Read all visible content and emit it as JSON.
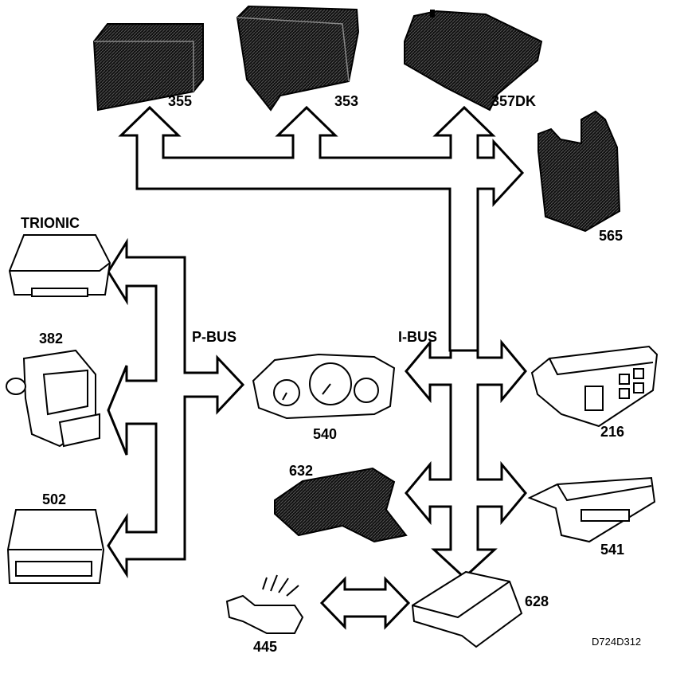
{
  "bus_labels": {
    "p_bus": "P-BUS",
    "i_bus": "I-BUS"
  },
  "modules": {
    "m355": "355",
    "m353": "353",
    "m357dk": "357DK",
    "m565": "565",
    "trionic": "TRIONIC",
    "m382": "382",
    "m502": "502",
    "m540": "540",
    "m216": "216",
    "m632": "632",
    "m541": "541",
    "m628": "628",
    "m445": "445"
  },
  "drawing_code": "D724D312"
}
